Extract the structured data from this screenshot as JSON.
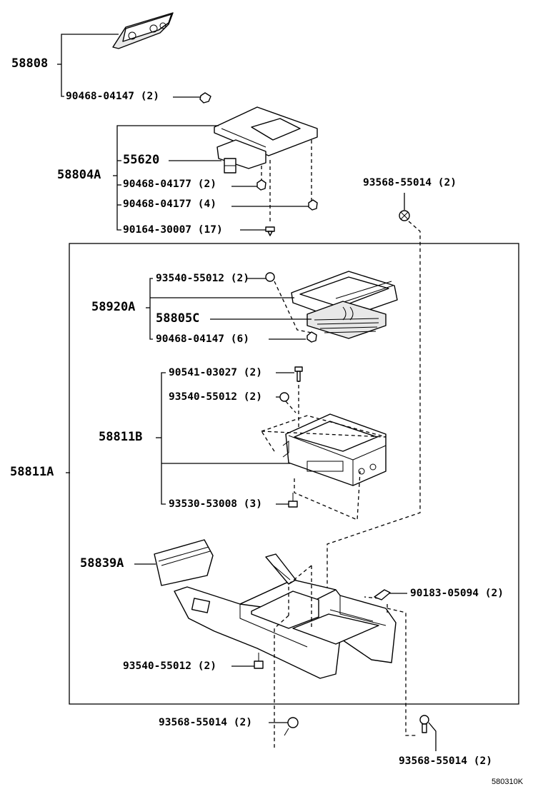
{
  "diagram_code": "580310K",
  "labels": {
    "l58808": "58808",
    "l90468_04147_2": "90468-04147 (2)",
    "l58804A": "58804A",
    "l55620": "55620",
    "l90468_04177_2": "90468-04177 (2)",
    "l90468_04177_4": "90468-04177 (4)",
    "l90164_30007_17": "90164-30007 (17)",
    "l93568_55014_2_top": "93568-55014 (2)",
    "l58920A": "58920A",
    "l93540_55012_2_a": "93540-55012 (2)",
    "l58805C": "58805C",
    "l90468_04147_6": "90468-04147 (6)",
    "l90541_03027_2": "90541-03027 (2)",
    "l93540_55012_2_b": "93540-55012 (2)",
    "l58811B": "58811B",
    "l58811A": "58811A",
    "l93530_53008_3": "93530-53008 (3)",
    "l58839A": "58839A",
    "l90183_05094_2": "90183-05094 (2)",
    "l93540_55012_2_c": "93540-55012 (2)",
    "l93568_55014_2_bl": "93568-55014 (2)",
    "l93568_55014_2_br": "93568-55014 (2)"
  }
}
